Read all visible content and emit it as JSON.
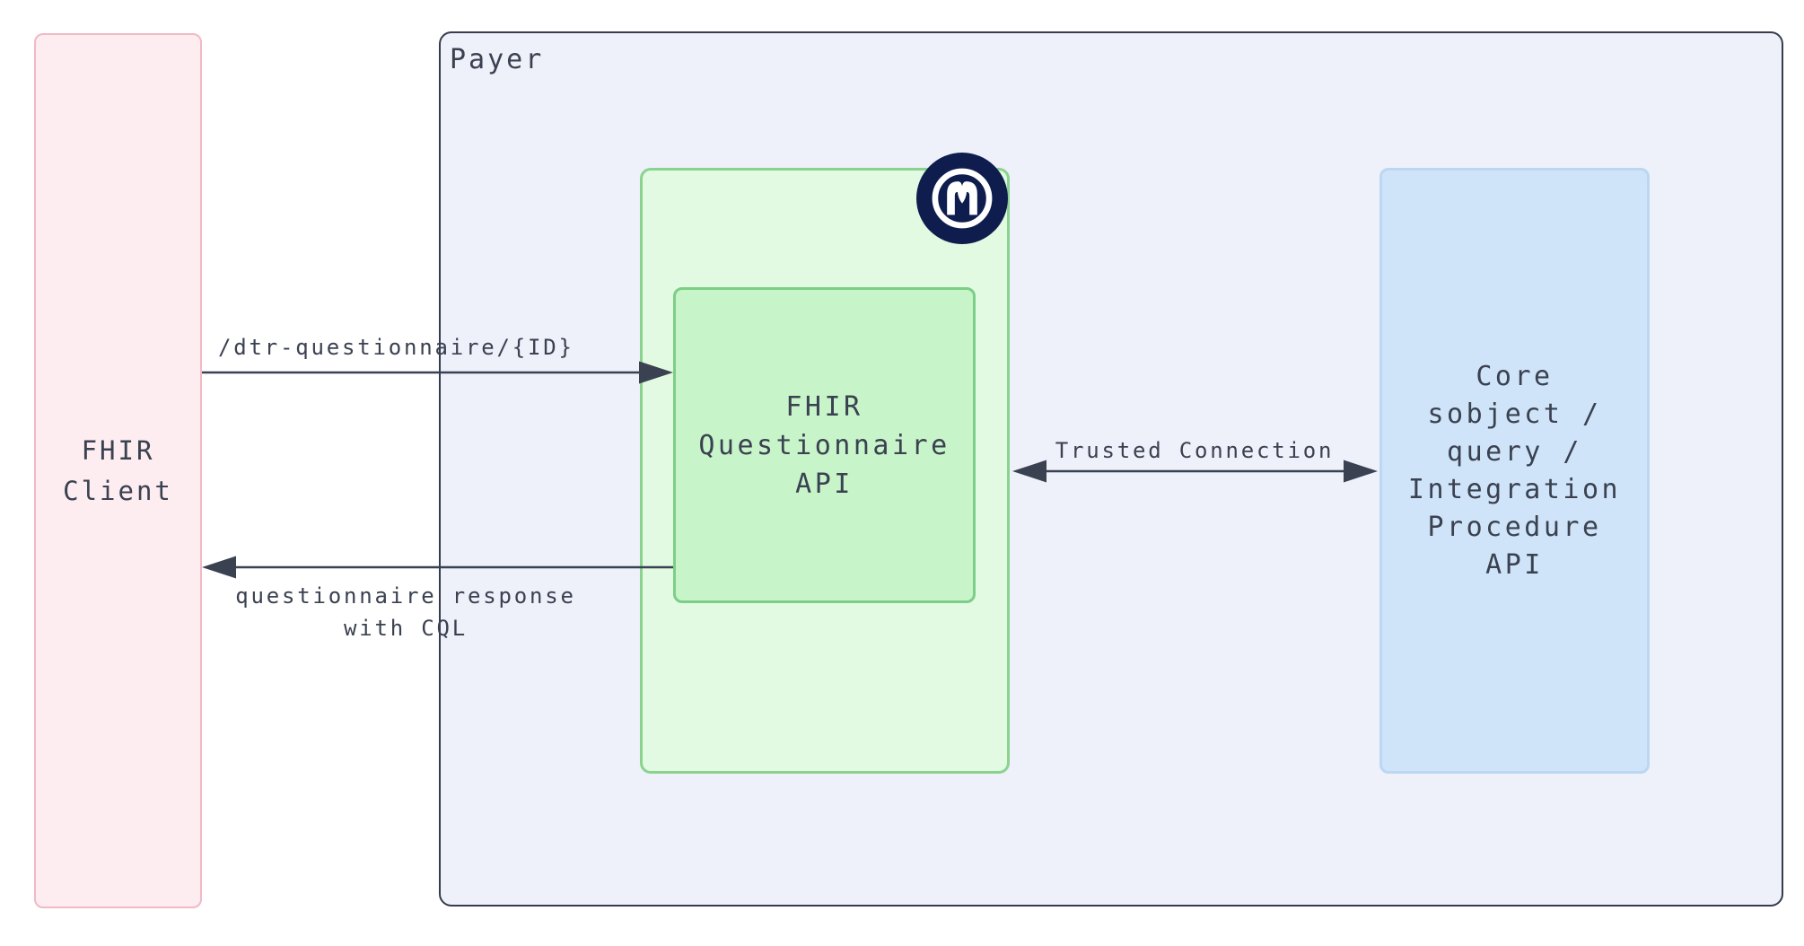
{
  "diagram": {
    "nodes": {
      "fhir_client": {
        "label": "FHIR\nClient"
      },
      "payer": {
        "label": "Payer"
      },
      "fhir_questionnaire_api": {
        "label": "FHIR\nQuestionnaire\nAPI"
      },
      "core_api": {
        "label": "Core\nsobject /\nquery /\nIntegration\nProcedure\nAPI"
      }
    },
    "badge": {
      "icon": "mulesoft-logo"
    },
    "edges": [
      {
        "label": "/dtr-questionnaire/{ID}",
        "from": "FHIR Client",
        "to": "FHIR Questionnaire API",
        "direction": "right"
      },
      {
        "label": "questionnaire response\nwith CQL",
        "from": "FHIR Questionnaire API",
        "to": "FHIR Client",
        "direction": "left"
      },
      {
        "label": "Trusted Connection",
        "from": "FHIR Questionnaire API",
        "to": "Core sobject / query / Integration Procedure API",
        "direction": "both"
      }
    ]
  },
  "colors": {
    "background": "#ffffff",
    "client_fill": "#fdedf0",
    "client_border": "#f1b9c4",
    "payer_fill": "#eef0fa",
    "payer_border": "#363c4b",
    "group_fill": "#e2fae2",
    "group_border": "#89d38f",
    "api_fill": "#c8f4ca",
    "api_border": "#7dce86",
    "core_fill": "#cfe4f9",
    "core_border": "#bcd7f2",
    "badge_bg": "#0f1d4e",
    "badge_fg": "#ffffff",
    "line": "#3a4150",
    "text": "#3a4150"
  }
}
